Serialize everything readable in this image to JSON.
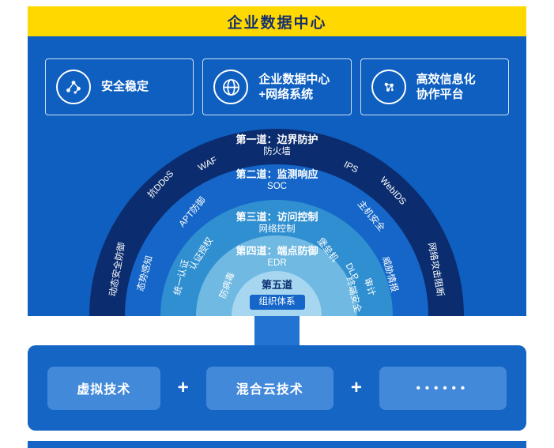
{
  "header": {
    "title": "企业数据中心",
    "bg_color": "#FFD800",
    "text_color": "#17306E"
  },
  "features": [
    {
      "icon": "molecule-icon",
      "label": "安全稳定"
    },
    {
      "icon": "globe-icon",
      "label": "企业数据中心\n+网络系统"
    },
    {
      "icon": "share-network-icon",
      "label": "高效信息化\n协作平台"
    }
  ],
  "dome": {
    "bands": [
      {
        "title": "第一道：边界防护",
        "sub": "防火墙",
        "color": "#0B2D6F"
      },
      {
        "title": "第二道：监测响应",
        "sub": "SOC",
        "color": "#1566C8"
      },
      {
        "title": "第三道：访问控制",
        "sub": "网络控制",
        "color": "#2F8FD0"
      },
      {
        "title": "第四道：端点防御",
        "sub": "EDR",
        "color": "#6FB9E2"
      },
      {
        "title": "第五道",
        "sub": "组织体系",
        "color": "#A6D6F0"
      }
    ],
    "ring_labels": [
      {
        "text": "抗DDoS"
      },
      {
        "text": "WAF"
      },
      {
        "text": "IPS"
      },
      {
        "text": "WebIDS"
      },
      {
        "text": "动态安全防御"
      },
      {
        "text": "态势感知"
      },
      {
        "text": "APT防御"
      },
      {
        "text": "主机安全"
      },
      {
        "text": "威胁情报"
      },
      {
        "text": "网络攻击阻断"
      },
      {
        "text": "统一认证"
      },
      {
        "text": "认证授权"
      },
      {
        "text": "堡垒机"
      },
      {
        "text": "DLP"
      },
      {
        "text": "审计"
      },
      {
        "text": "防病毒"
      },
      {
        "text": "终端安全"
      }
    ]
  },
  "bottom": {
    "items": [
      "虚拟技术",
      "混合云技术",
      "••••••"
    ],
    "plus": "+"
  },
  "colors": {
    "panel": "#0E5FC0",
    "bottom_bar": "#1565C4",
    "tech_box": "#4289DA",
    "connector": "#2273D2"
  }
}
